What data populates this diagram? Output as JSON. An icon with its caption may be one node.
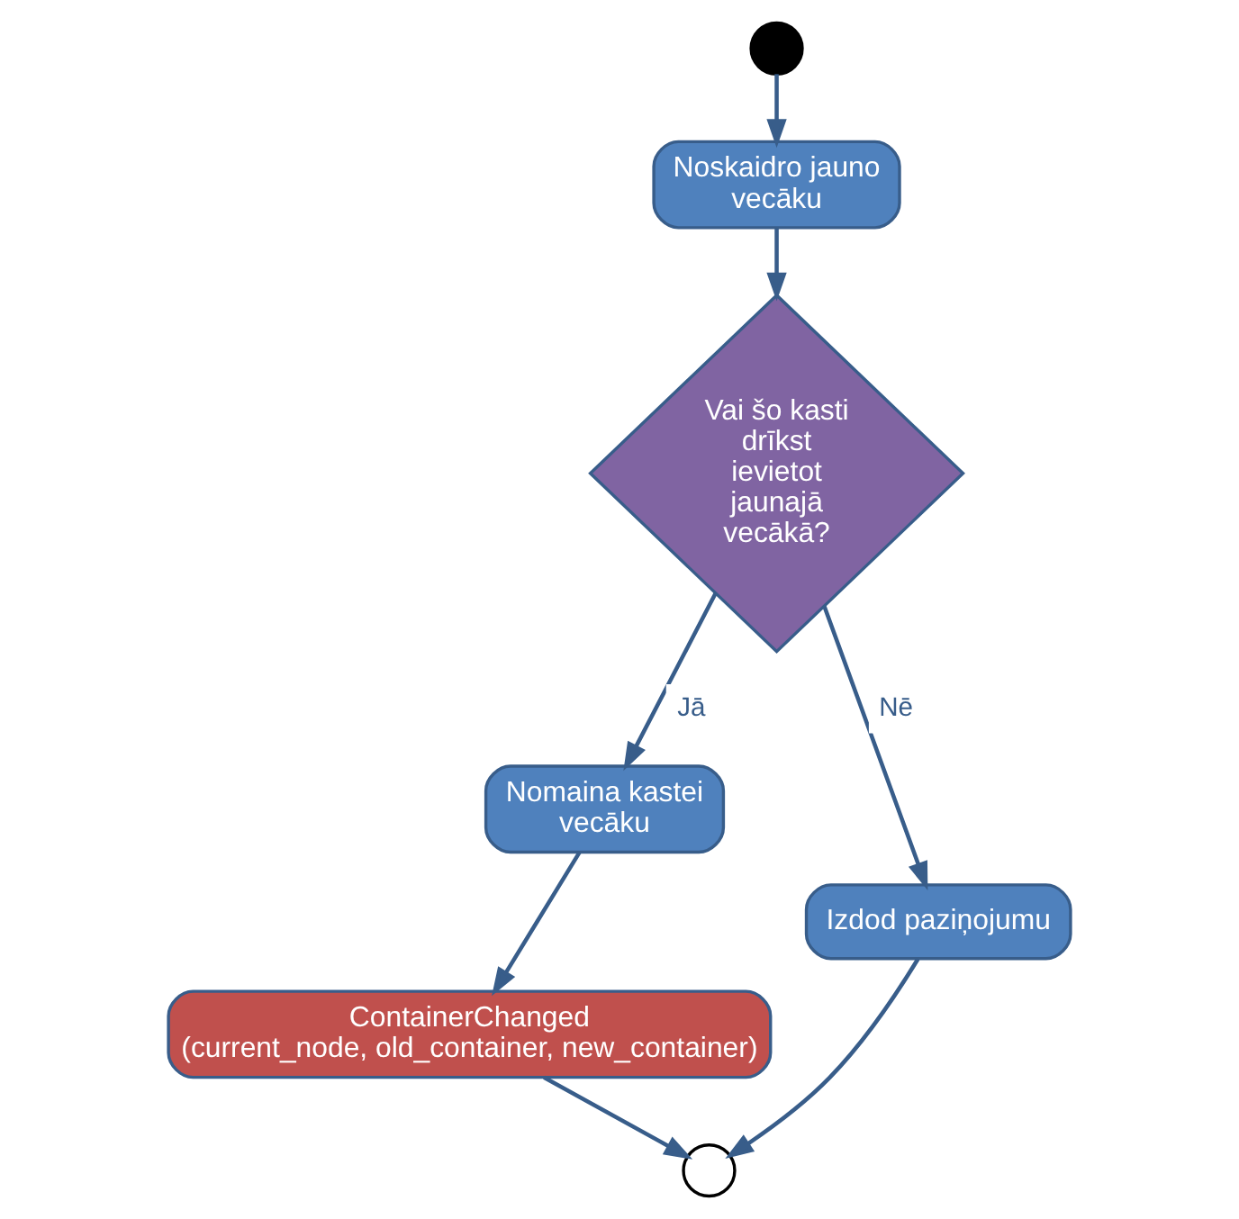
{
  "diagram": {
    "nodes": [
      {
        "text": [],
        "shape": "circle"
      },
      {
        "text": [
          "Noskaidro jauno vecāku"
        ]
      },
      {
        "text": [
          "Vai šo kasti drīkst ievietot jaunajā vecākā?"
        ]
      },
      {
        "text": [
          "Nomaina kastei vecāku"
        ]
      },
      {
        "text": [
          "Izdod paziņojumu"
        ]
      },
      {
        "text": [
          "ContainerChanged (current_node, old_container, new_container)"
        ]
      },
      {
        "text": [],
        "shape": "circle"
      }
    ],
    "edges": [
      {
        "from": 0,
        "to": 1,
        "arrow": "to"
      },
      {
        "from": 1,
        "to": 2,
        "arrow": "to"
      },
      {
        "from": 2,
        "to": 3,
        "arrow": "to",
        "label": "Jā"
      },
      {
        "from": 2,
        "to": 4,
        "arrow": "to",
        "label": "Nē"
      },
      {
        "from": 3,
        "to": 5,
        "arrow": "to"
      },
      {
        "from": 5,
        "to": 6,
        "arrow": "to"
      },
      {
        "from": 4,
        "to": 6,
        "arrow": "to"
      }
    ]
  }
}
